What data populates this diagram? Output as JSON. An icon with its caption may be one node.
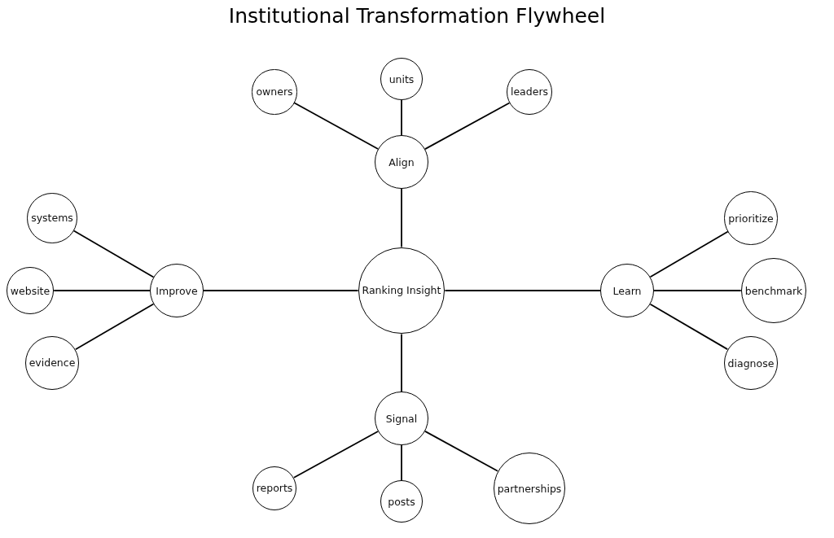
{
  "diagram": {
    "title": "Institutional Transformation Flywheel",
    "nodes": [
      {
        "text": [
          "owners"
        ]
      },
      {
        "text": [
          "units"
        ]
      },
      {
        "text": [
          "leaders"
        ]
      },
      {
        "text": [
          "Align"
        ]
      },
      {
        "text": [
          "systems"
        ]
      },
      {
        "text": [
          "prioritize"
        ]
      },
      {
        "text": [
          "website"
        ]
      },
      {
        "text": [
          "Improve"
        ]
      },
      {
        "text": [
          "Ranking Insight"
        ]
      },
      {
        "text": [
          "Learn"
        ]
      },
      {
        "text": [
          "benchmark"
        ]
      },
      {
        "text": [
          "evidence"
        ]
      },
      {
        "text": [
          "diagnose"
        ]
      },
      {
        "text": [
          "Signal"
        ]
      },
      {
        "text": [
          "reports"
        ]
      },
      {
        "text": [
          "posts"
        ]
      },
      {
        "text": [
          "partnerships"
        ]
      }
    ],
    "edges": [
      {
        "from": 8,
        "to": 3,
        "arrow": "none"
      },
      {
        "from": 8,
        "to": 7,
        "arrow": "none"
      },
      {
        "from": 8,
        "to": 9,
        "arrow": "none"
      },
      {
        "from": 8,
        "to": 13,
        "arrow": "none"
      },
      {
        "from": 3,
        "to": 0,
        "arrow": "none"
      },
      {
        "from": 3,
        "to": 1,
        "arrow": "none"
      },
      {
        "from": 3,
        "to": 2,
        "arrow": "none"
      },
      {
        "from": 7,
        "to": 4,
        "arrow": "none"
      },
      {
        "from": 7,
        "to": 6,
        "arrow": "none"
      },
      {
        "from": 7,
        "to": 11,
        "arrow": "none"
      },
      {
        "from": 9,
        "to": 5,
        "arrow": "none"
      },
      {
        "from": 9,
        "to": 10,
        "arrow": "none"
      },
      {
        "from": 9,
        "to": 12,
        "arrow": "none"
      },
      {
        "from": 13,
        "to": 14,
        "arrow": "none"
      },
      {
        "from": 13,
        "to": 15,
        "arrow": "none"
      },
      {
        "from": 13,
        "to": 16,
        "arrow": "none"
      }
    ]
  }
}
